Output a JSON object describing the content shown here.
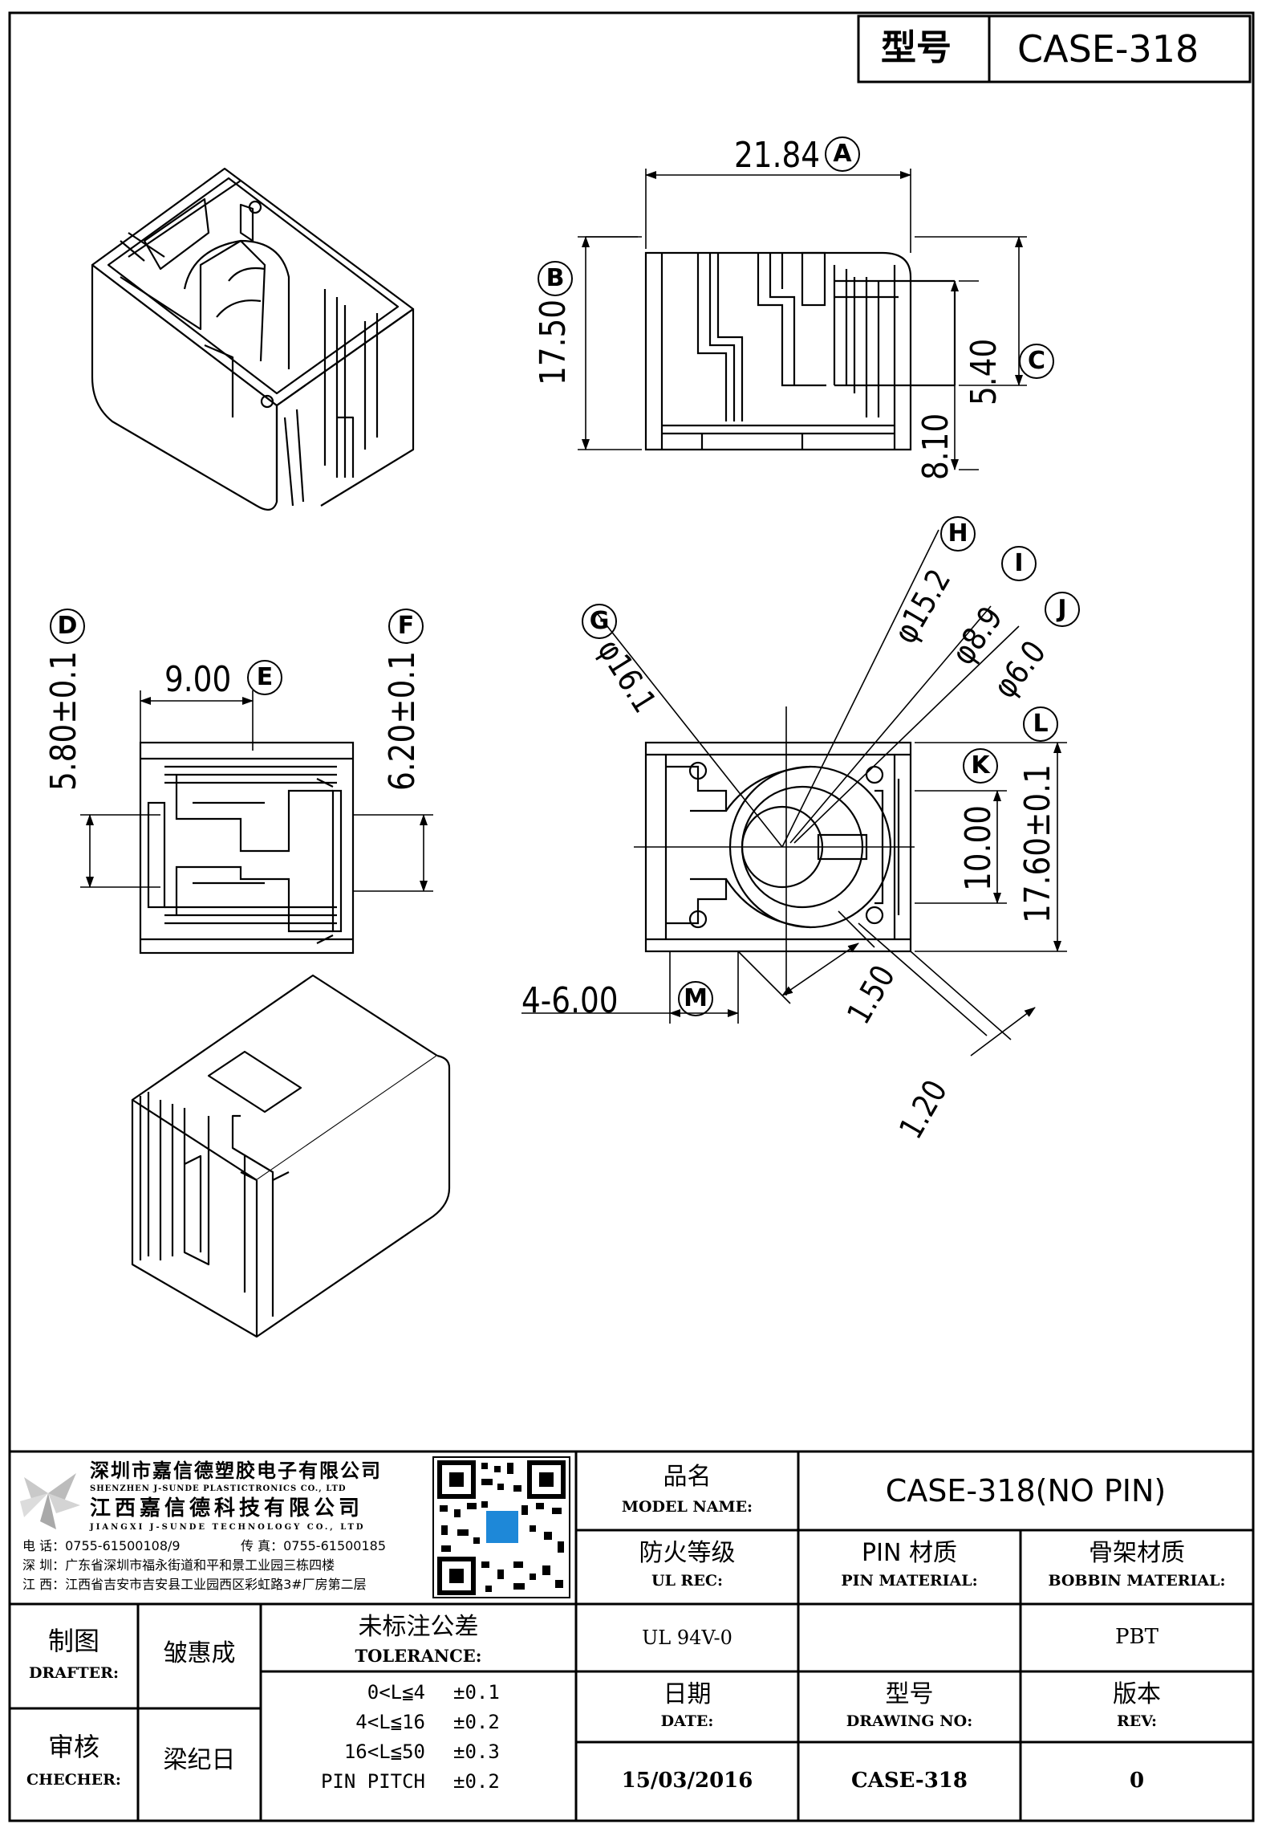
{
  "title_block": {
    "model_label": "型号",
    "model_value": "CASE-318"
  },
  "dimensions": {
    "A": {
      "letter": "A",
      "value": "21.84"
    },
    "B": {
      "letter": "B",
      "value": "17.50"
    },
    "C": {
      "letter": "C",
      "value": "5.40"
    },
    "c_extra": "8.10",
    "D": {
      "letter": "D",
      "value": "5.80±0.1"
    },
    "E": {
      "letter": "E",
      "value": "9.00"
    },
    "F": {
      "letter": "F",
      "value": "6.20±0.1"
    },
    "G": {
      "letter": "G",
      "value": "φ16.1"
    },
    "H": {
      "letter": "H",
      "value": "φ15.2"
    },
    "I": {
      "letter": "I",
      "value": "φ8.9"
    },
    "J": {
      "letter": "J",
      "value": "φ6.0"
    },
    "K": {
      "letter": "K",
      "value": "10.00"
    },
    "L": {
      "letter": "L",
      "value": "17.60±0.1"
    },
    "M": {
      "letter": "M",
      "value": "4-6.00"
    },
    "extra_150": "1.50",
    "extra_120": "1.20"
  },
  "company": {
    "name_sz_cn": "深圳市嘉信德塑胶电子有限公司",
    "name_sz_en": "SHENZHEN J-SUNDE PLASTICTRONICS CO., LTD",
    "name_jx_cn": "江西嘉信德科技有限公司",
    "name_jx_en": "JIANGXI J-SUNDE TECHNOLOGY CO., LTD",
    "tel": "电 话：0755-61500108/9",
    "fax": "传 真：0755-61500185",
    "addr_sz": "深 圳：广东省深圳市福永街道和平和景工业园三栋四楼",
    "addr_jx": "江 西：江西省吉安市吉安县工业园西区彩虹路3#厂房第二层"
  },
  "info": {
    "model_name_cn": "品名",
    "model_name_en": "MODEL NAME:",
    "model_name_value": "CASE-318(NO PIN)",
    "ul_cn": "防火等级",
    "ul_en": "UL REC:",
    "pin_cn": "PIN 材质",
    "pin_en": "PIN MATERIAL:",
    "bobbin_cn": "骨架材质",
    "bobbin_en": "BOBBIN MATERIAL:",
    "ul_value": "UL 94V-0",
    "pin_value": "",
    "bobbin_value": "PBT",
    "date_cn": "日期",
    "date_en": "DATE:",
    "drawing_cn": "型号",
    "drawing_en": "DRAWING NO:",
    "rev_cn": "版本",
    "rev_en": "REV:",
    "date_value": "15/03/2016",
    "drawing_value": "CASE-318",
    "rev_value": "0"
  },
  "signoff": {
    "drafter_cn": "制图",
    "drafter_en": "DRAFTER:",
    "drafter_name": "皱惠成",
    "checker_cn": "审核",
    "checker_en": "CHECHER:",
    "checker_name": "梁纪日"
  },
  "tolerance": {
    "title_cn": "未标注公差",
    "title_en": "TOLERANCE:",
    "rows": [
      {
        "range": "0<L≦4",
        "tol": "±0.1"
      },
      {
        "range": "4<L≦16",
        "tol": "±0.2"
      },
      {
        "range": "16<L≦50",
        "tol": "±0.3"
      },
      {
        "range": "PIN PITCH",
        "tol": "±0.2"
      }
    ]
  }
}
